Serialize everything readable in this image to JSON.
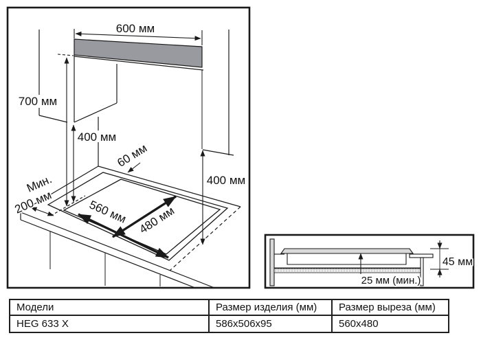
{
  "colors": {
    "line": "#1a1a1a",
    "hood_fill": "#999aa0",
    "panel_fill": "#d9d9d9",
    "background": "#ffffff"
  },
  "main_diagram": {
    "labels": {
      "hood_width": "600 мм",
      "hood_height": "700 мм",
      "hood_clearance_left": "400 мм",
      "back_gap": "60 мм",
      "side_clearance_line1": "Мин.",
      "side_clearance_line2": "200 мм",
      "cutout_width": "560 мм",
      "cutout_depth": "480 мм",
      "hood_clearance_right": "400 мм"
    }
  },
  "side_diagram": {
    "labels": {
      "installed_height": "45 мм",
      "bottom_clearance": "25 мм (мин.)"
    }
  },
  "table": {
    "headers": [
      "Модели",
      "Размер изделия (мм)",
      "Размер выреза (мм)"
    ],
    "rows": [
      [
        "HEG 633 X",
        "586x506x95",
        "560x480"
      ]
    ]
  }
}
